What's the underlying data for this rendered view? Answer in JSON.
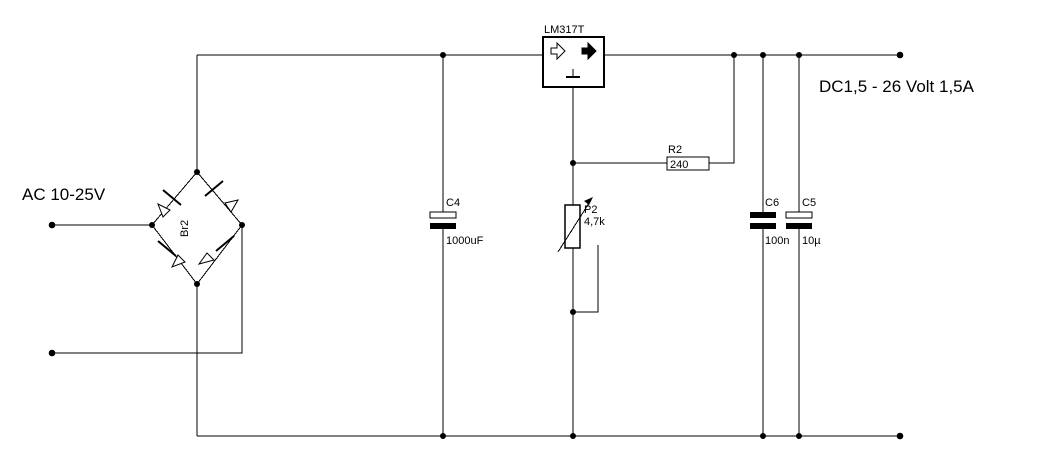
{
  "labels": {
    "input": "AC 10-25V",
    "output": "DC1,5 - 26 Volt 1,5A"
  },
  "components": {
    "bridge": {
      "ref": "Br2"
    },
    "regulator": {
      "ref": "LM317T"
    },
    "c4": {
      "ref": "C4",
      "value": "1000uF"
    },
    "p2": {
      "ref": "P2",
      "value": "4,7k"
    },
    "r2": {
      "ref": "R2",
      "value": "240"
    },
    "c6": {
      "ref": "C6",
      "value": "100n"
    },
    "c5": {
      "ref": "C5",
      "value": "10µ"
    }
  },
  "colors": {
    "ink": "#000000",
    "background": "#ffffff"
  },
  "icons": {
    "regulator_input": "hollow-arrow-right-icon",
    "regulator_output": "solid-arrow-right-icon",
    "regulator_ground": "ground-icon"
  }
}
